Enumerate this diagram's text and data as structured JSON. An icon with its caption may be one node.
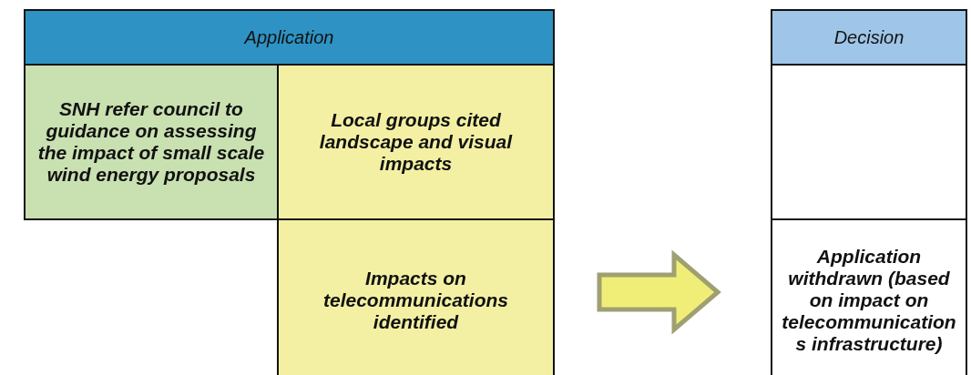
{
  "diagram": {
    "nodes": [
      {
        "text": [
          "Application"
        ]
      },
      {
        "text": [
          "SNH refer council to guidance on assessing the impact of small scale wind energy proposals"
        ]
      },
      {
        "text": [
          "Local groups cited landscape and visual impacts"
        ]
      },
      {
        "text": [
          "Impacts on telecommunications identified"
        ]
      },
      {
        "text": [
          "Decision"
        ]
      },
      {
        "text": [],
        "shape": "box"
      },
      {
        "text": [
          "Application withdrawn (based on impact on telecommunications infrastructure)"
        ]
      }
    ],
    "edges": [
      {
        "from": 3,
        "to": 6,
        "arrow": "to"
      }
    ]
  }
}
